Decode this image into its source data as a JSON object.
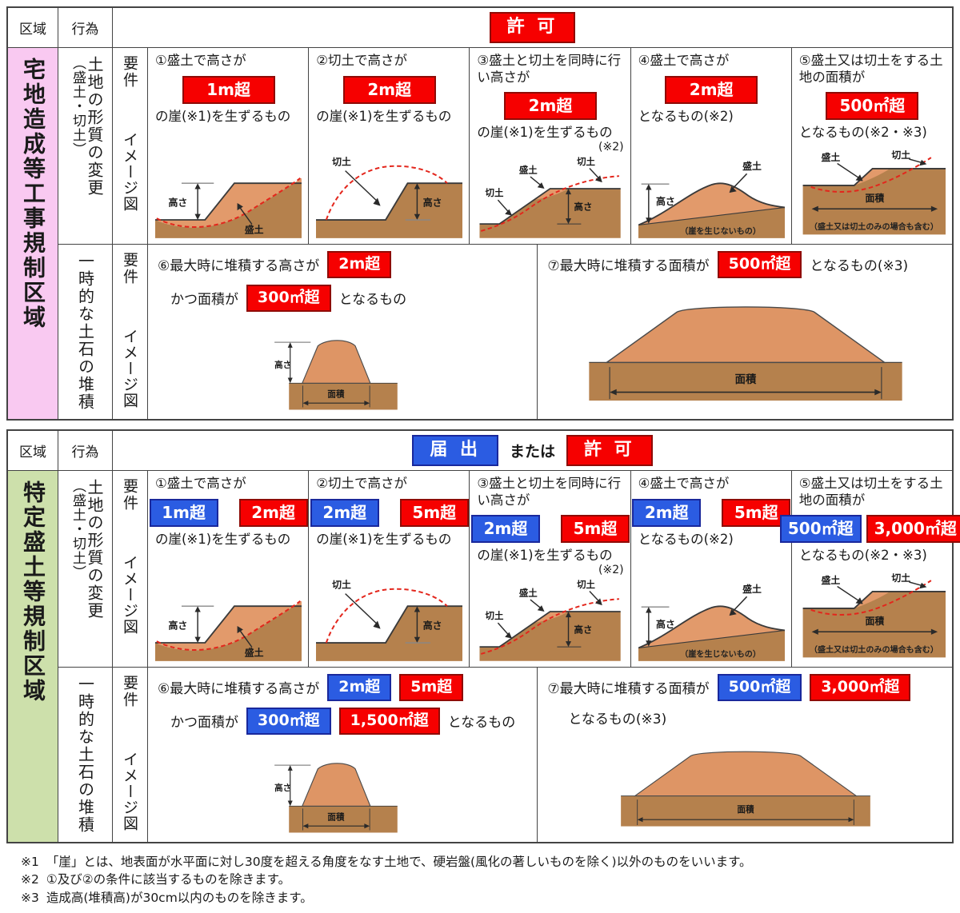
{
  "colors": {
    "red": "#f60000",
    "blue": "#2b5ce2",
    "pink": "#f9c9f1",
    "green": "#cde0ab",
    "ground": "#b5814d",
    "fill_soil": "#e29a6b"
  },
  "header": {
    "area": "区域",
    "act": "行為",
    "permit": "許 可",
    "notify": "届 出",
    "or_text": "または"
  },
  "row_labels": {
    "req": "要件",
    "img": "イメージ図"
  },
  "diagram_labels": {
    "fill": "盛土",
    "cut": "切土",
    "height": "高さ",
    "area": "面積",
    "no_cliff": "（崖を生じないもの）",
    "fill_or_cut_note": "（盛土又は切土のみの場合も含む）"
  },
  "table1": {
    "area_title": "宅地造成等工事規制区域",
    "act1_main": "土地の形質の変更",
    "act1_sub": "（盛土・切土）",
    "act2": "一時的な土石の堆積",
    "cells": [
      {
        "pre": "①盛土で高さが",
        "red": "1m超",
        "post": "の崖(※1)を生ずるもの",
        "note": ""
      },
      {
        "pre": "②切土で高さが",
        "red": "2m超",
        "post": "の崖(※1)を生ずるもの",
        "note": ""
      },
      {
        "pre": "③盛土と切土を同時に行い高さが",
        "red": "2m超",
        "post": "の崖(※1)を生ずるもの",
        "note": "(※2)"
      },
      {
        "pre": "④盛土で高さが",
        "red": "2m超",
        "post": "となるもの(※2)",
        "note": ""
      },
      {
        "pre": "⑤盛土又は切土をする土地の面積が",
        "red": "500㎡超",
        "post": "となるもの(※2・※3)",
        "note": ""
      }
    ],
    "c6": {
      "pre": "⑥最大時に堆積する高さが",
      "red1": "2m超",
      "mid": "かつ面積が",
      "red2": "300㎡超",
      "post": "となるもの"
    },
    "c7": {
      "pre": "⑦最大時に堆積する面積が",
      "red": "500㎡超",
      "post": "となるもの(※3)"
    }
  },
  "table2": {
    "area_title": "特定盛土等規制区域",
    "act1_main": "土地の形質の変更",
    "act1_sub": "（盛土・切土）",
    "act2": "一時的な土石の堆積",
    "cells": [
      {
        "pre": "①盛土で高さが",
        "blue": "1m超",
        "red": "2m超",
        "post": "の崖(※1)を生ずるもの",
        "note": ""
      },
      {
        "pre": "②切土で高さが",
        "blue": "2m超",
        "red": "5m超",
        "post": "の崖(※1)を生ずるもの",
        "note": ""
      },
      {
        "pre": "③盛土と切土を同時に行い高さが",
        "blue": "2m超",
        "red": "5m超",
        "post": "の崖(※1)を生ずるもの",
        "note": "(※2)"
      },
      {
        "pre": "④盛土で高さが",
        "blue": "2m超",
        "red": "5m超",
        "post": "となるもの(※2)",
        "note": ""
      },
      {
        "pre": "⑤盛土又は切土をする土地の面積が",
        "blue": "500㎡超",
        "red": "3,000㎡超",
        "post": "となるもの(※2・※3)",
        "note": ""
      }
    ],
    "c6": {
      "pre": "⑥最大時に堆積する高さが",
      "blue1": "2m超",
      "red1": "5m超",
      "mid": "かつ面積が",
      "blue2": "300㎡超",
      "red2": "1,500㎡超",
      "post": "となるもの"
    },
    "c7": {
      "pre": "⑦最大時に堆積する面積が",
      "blue": "500㎡超",
      "red": "3,000㎡超",
      "post": "となるもの(※3)"
    }
  },
  "footnotes": [
    {
      "label": "※1",
      "text": "「崖」とは、地表面が水平面に対し30度を超える角度をなす土地で、硬岩盤(風化の著しいものを除く)以外のものをいいます。"
    },
    {
      "label": "※2",
      "text": "①及び②の条件に該当するものを除きます。"
    },
    {
      "label": "※3",
      "text": "造成高(堆積高)が30cm以内のものを除きます。"
    }
  ]
}
